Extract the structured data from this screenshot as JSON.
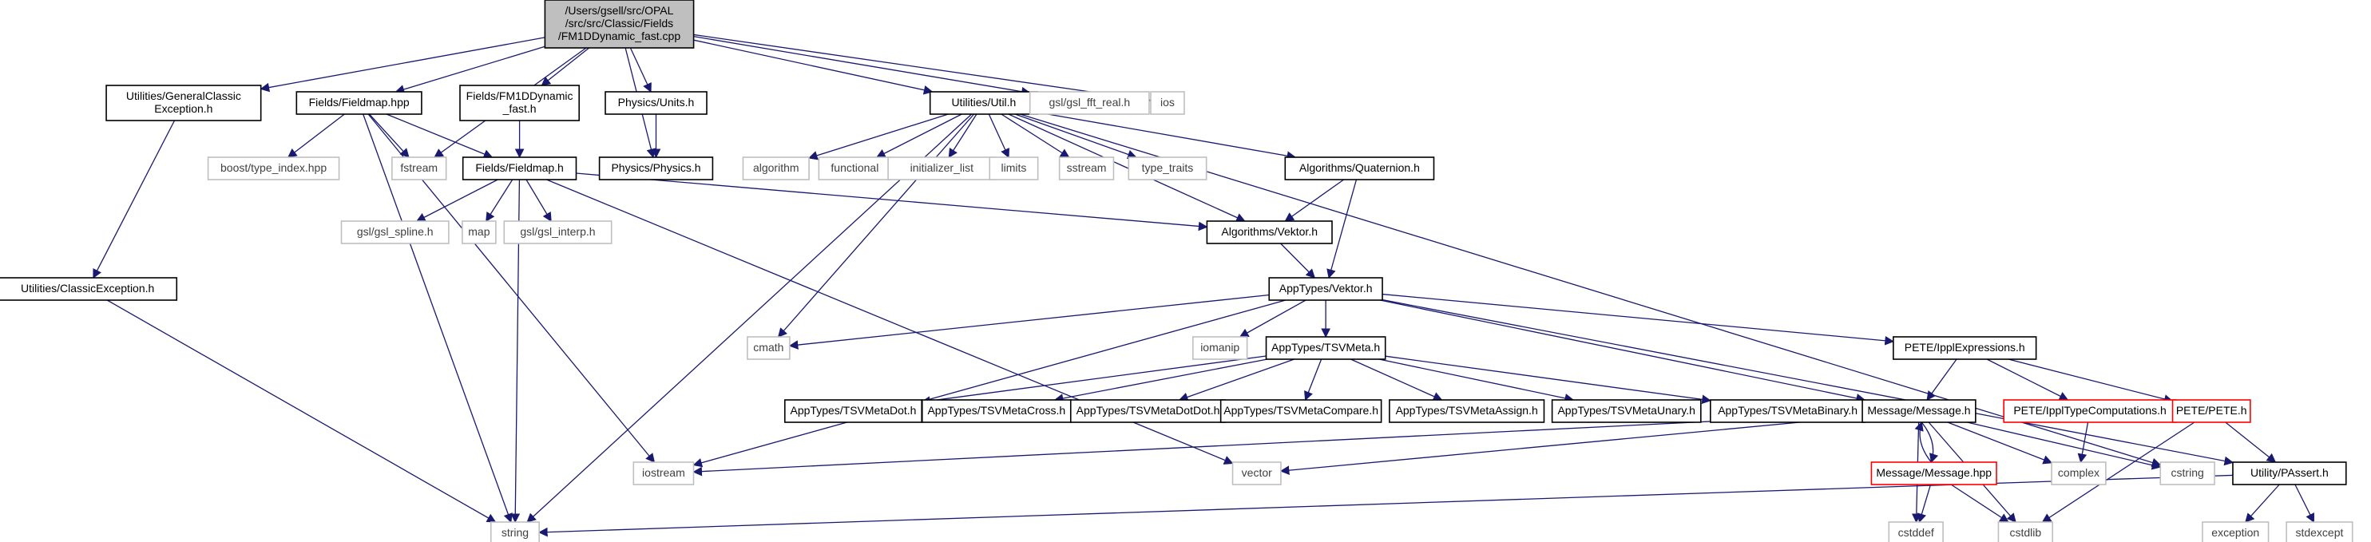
{
  "title": "",
  "colors": {
    "root_fill": "#bfbfbf",
    "root_stroke": "#000000",
    "doc_stroke": "#000000",
    "truncated_stroke": "#ff0000",
    "external_stroke": "#bfbfbf",
    "edge": "#191970",
    "text_dark": "#000000",
    "text_external": "#404040"
  },
  "nodes": [
    {
      "id": "root",
      "kind": "root",
      "lines": [
        "/Users/gsell/src/OPAL",
        "/src/src/Classic/Fields",
        "/FM1DDynamic_fast.cpp"
      ]
    },
    {
      "id": "gce",
      "kind": "doc",
      "lines": [
        "Utilities/GeneralClassic",
        "Exception.h"
      ]
    },
    {
      "id": "fmhpp",
      "kind": "doc",
      "lines": [
        "Fields/Fieldmap.hpp"
      ]
    },
    {
      "id": "fm1d",
      "kind": "doc",
      "lines": [
        "Fields/FM1DDynamic",
        "_fast.h"
      ]
    },
    {
      "id": "units",
      "kind": "doc",
      "lines": [
        "Physics/Units.h"
      ]
    },
    {
      "id": "physics",
      "kind": "doc",
      "lines": [
        "Physics/Physics.h"
      ]
    },
    {
      "id": "util",
      "kind": "doc",
      "lines": [
        "Utilities/Util.h"
      ]
    },
    {
      "id": "gslfft",
      "kind": "ext",
      "lines": [
        "gsl/gsl_fft_real.h"
      ]
    },
    {
      "id": "ios",
      "kind": "ext",
      "lines": [
        "ios"
      ]
    },
    {
      "id": "ce",
      "kind": "doc",
      "lines": [
        "Utilities/ClassicException.h"
      ]
    },
    {
      "id": "boost",
      "kind": "ext",
      "lines": [
        "boost/type_index.hpp"
      ]
    },
    {
      "id": "fstream",
      "kind": "ext",
      "lines": [
        "fstream"
      ]
    },
    {
      "id": "fmh",
      "kind": "doc",
      "lines": [
        "Fields/Fieldmap.h"
      ]
    },
    {
      "id": "algorithm",
      "kind": "ext",
      "lines": [
        "algorithm"
      ]
    },
    {
      "id": "functional",
      "kind": "ext",
      "lines": [
        "functional"
      ]
    },
    {
      "id": "initlist",
      "kind": "ext",
      "lines": [
        "initializer_list"
      ]
    },
    {
      "id": "limits",
      "kind": "ext",
      "lines": [
        "limits"
      ]
    },
    {
      "id": "sstream",
      "kind": "ext",
      "lines": [
        "sstream"
      ]
    },
    {
      "id": "typetraits",
      "kind": "ext",
      "lines": [
        "type_traits"
      ]
    },
    {
      "id": "quat",
      "kind": "doc",
      "lines": [
        "Algorithms/Quaternion.h"
      ]
    },
    {
      "id": "spline",
      "kind": "ext",
      "lines": [
        "gsl/gsl_spline.h"
      ]
    },
    {
      "id": "map",
      "kind": "ext",
      "lines": [
        "map"
      ]
    },
    {
      "id": "interp",
      "kind": "ext",
      "lines": [
        "gsl/gsl_interp.h"
      ]
    },
    {
      "id": "algvek",
      "kind": "doc",
      "lines": [
        "Algorithms/Vektor.h"
      ]
    },
    {
      "id": "appvek",
      "kind": "doc",
      "lines": [
        "AppTypes/Vektor.h"
      ]
    },
    {
      "id": "cmath",
      "kind": "ext",
      "lines": [
        "cmath"
      ]
    },
    {
      "id": "iomanip",
      "kind": "ext",
      "lines": [
        "iomanip"
      ]
    },
    {
      "id": "tsvmeta",
      "kind": "doc",
      "lines": [
        "AppTypes/TSVMeta.h"
      ]
    },
    {
      "id": "ipplexpr",
      "kind": "doc",
      "lines": [
        "PETE/IpplExpressions.h"
      ]
    },
    {
      "id": "tdot",
      "kind": "doc",
      "lines": [
        "AppTypes/TSVMetaDot.h"
      ]
    },
    {
      "id": "tcross",
      "kind": "doc",
      "lines": [
        "AppTypes/TSVMetaCross.h"
      ]
    },
    {
      "id": "tdotdot",
      "kind": "doc",
      "lines": [
        "AppTypes/TSVMetaDotDot.h"
      ]
    },
    {
      "id": "tcompare",
      "kind": "doc",
      "lines": [
        "AppTypes/TSVMetaCompare.h"
      ]
    },
    {
      "id": "tassign",
      "kind": "doc",
      "lines": [
        "AppTypes/TSVMetaAssign.h"
      ]
    },
    {
      "id": "tunary",
      "kind": "doc",
      "lines": [
        "AppTypes/TSVMetaUnary.h"
      ]
    },
    {
      "id": "tbinary",
      "kind": "doc",
      "lines": [
        "AppTypes/TSVMetaBinary.h"
      ]
    },
    {
      "id": "msgh",
      "kind": "doc",
      "lines": [
        "Message/Message.h"
      ]
    },
    {
      "id": "ippltype",
      "kind": "trunc",
      "lines": [
        "PETE/IpplTypeComputations.h"
      ]
    },
    {
      "id": "pete",
      "kind": "trunc",
      "lines": [
        "PETE/PETE.h"
      ]
    },
    {
      "id": "iostream",
      "kind": "ext",
      "lines": [
        "iostream"
      ]
    },
    {
      "id": "vector",
      "kind": "ext",
      "lines": [
        "vector"
      ]
    },
    {
      "id": "msghpp",
      "kind": "trunc",
      "lines": [
        "Message/Message.hpp"
      ]
    },
    {
      "id": "complex",
      "kind": "ext",
      "lines": [
        "complex"
      ]
    },
    {
      "id": "cstring",
      "kind": "ext",
      "lines": [
        "cstring"
      ]
    },
    {
      "id": "passert",
      "kind": "doc",
      "lines": [
        "Utility/PAssert.h"
      ]
    },
    {
      "id": "string",
      "kind": "ext",
      "lines": [
        "string"
      ]
    },
    {
      "id": "cstddef",
      "kind": "ext",
      "lines": [
        "cstddef"
      ]
    },
    {
      "id": "cstdlib",
      "kind": "ext",
      "lines": [
        "cstdlib"
      ]
    },
    {
      "id": "exception",
      "kind": "ext",
      "lines": [
        "exception"
      ]
    },
    {
      "id": "stdexcept",
      "kind": "ext",
      "lines": [
        "stdexcept"
      ]
    }
  ],
  "edges": [
    [
      "root",
      "gce"
    ],
    [
      "root",
      "fmhpp"
    ],
    [
      "root",
      "fm1d"
    ],
    [
      "root",
      "units"
    ],
    [
      "root",
      "physics"
    ],
    [
      "root",
      "util"
    ],
    [
      "root",
      "gslfft"
    ],
    [
      "root",
      "ios"
    ],
    [
      "root",
      "fstream"
    ],
    [
      "gce",
      "ce"
    ],
    [
      "ce",
      "string"
    ],
    [
      "fmhpp",
      "boost"
    ],
    [
      "fmhpp",
      "fstream"
    ],
    [
      "fmhpp",
      "fmh"
    ],
    [
      "fmhpp",
      "iostream"
    ],
    [
      "fmhpp",
      "string"
    ],
    [
      "fm1d",
      "fmh"
    ],
    [
      "units",
      "physics"
    ],
    [
      "fmh",
      "spline"
    ],
    [
      "fmh",
      "map"
    ],
    [
      "fmh",
      "interp"
    ],
    [
      "fmh",
      "algvek"
    ],
    [
      "fmh",
      "vector"
    ],
    [
      "fmh",
      "string"
    ],
    [
      "util",
      "algorithm"
    ],
    [
      "util",
      "functional"
    ],
    [
      "util",
      "initlist"
    ],
    [
      "util",
      "limits"
    ],
    [
      "util",
      "sstream"
    ],
    [
      "util",
      "typetraits"
    ],
    [
      "util",
      "quat"
    ],
    [
      "util",
      "algvek"
    ],
    [
      "util",
      "cmath"
    ],
    [
      "util",
      "string"
    ],
    [
      "util",
      "cstring"
    ],
    [
      "quat",
      "algvek"
    ],
    [
      "quat",
      "appvek"
    ],
    [
      "algvek",
      "appvek"
    ],
    [
      "appvek",
      "cmath"
    ],
    [
      "appvek",
      "iomanip"
    ],
    [
      "appvek",
      "tsvmeta"
    ],
    [
      "appvek",
      "ipplexpr"
    ],
    [
      "appvek",
      "msgh"
    ],
    [
      "appvek",
      "passert"
    ],
    [
      "appvek",
      "iostream"
    ],
    [
      "tsvmeta",
      "tdot"
    ],
    [
      "tsvmeta",
      "tcross"
    ],
    [
      "tsvmeta",
      "tdotdot"
    ],
    [
      "tsvmeta",
      "tcompare"
    ],
    [
      "tsvmeta",
      "tassign"
    ],
    [
      "tsvmeta",
      "tunary"
    ],
    [
      "tsvmeta",
      "tbinary"
    ],
    [
      "ipplexpr",
      "msgh"
    ],
    [
      "ipplexpr",
      "ippltype"
    ],
    [
      "ipplexpr",
      "pete"
    ],
    [
      "msgh",
      "msghpp"
    ],
    [
      "msgh",
      "iostream"
    ],
    [
      "msgh",
      "vector"
    ],
    [
      "msgh",
      "complex"
    ],
    [
      "msgh",
      "cstring"
    ],
    [
      "msgh",
      "cstddef"
    ],
    [
      "msgh",
      "cstdlib"
    ],
    [
      "msghpp",
      "msgh"
    ],
    [
      "msghpp",
      "cstddef"
    ],
    [
      "msghpp",
      "cstdlib"
    ],
    [
      "ippltype",
      "complex"
    ],
    [
      "pete",
      "passert"
    ],
    [
      "pete",
      "cstdlib"
    ],
    [
      "passert",
      "string"
    ],
    [
      "passert",
      "exception"
    ],
    [
      "passert",
      "stdexcept"
    ]
  ]
}
